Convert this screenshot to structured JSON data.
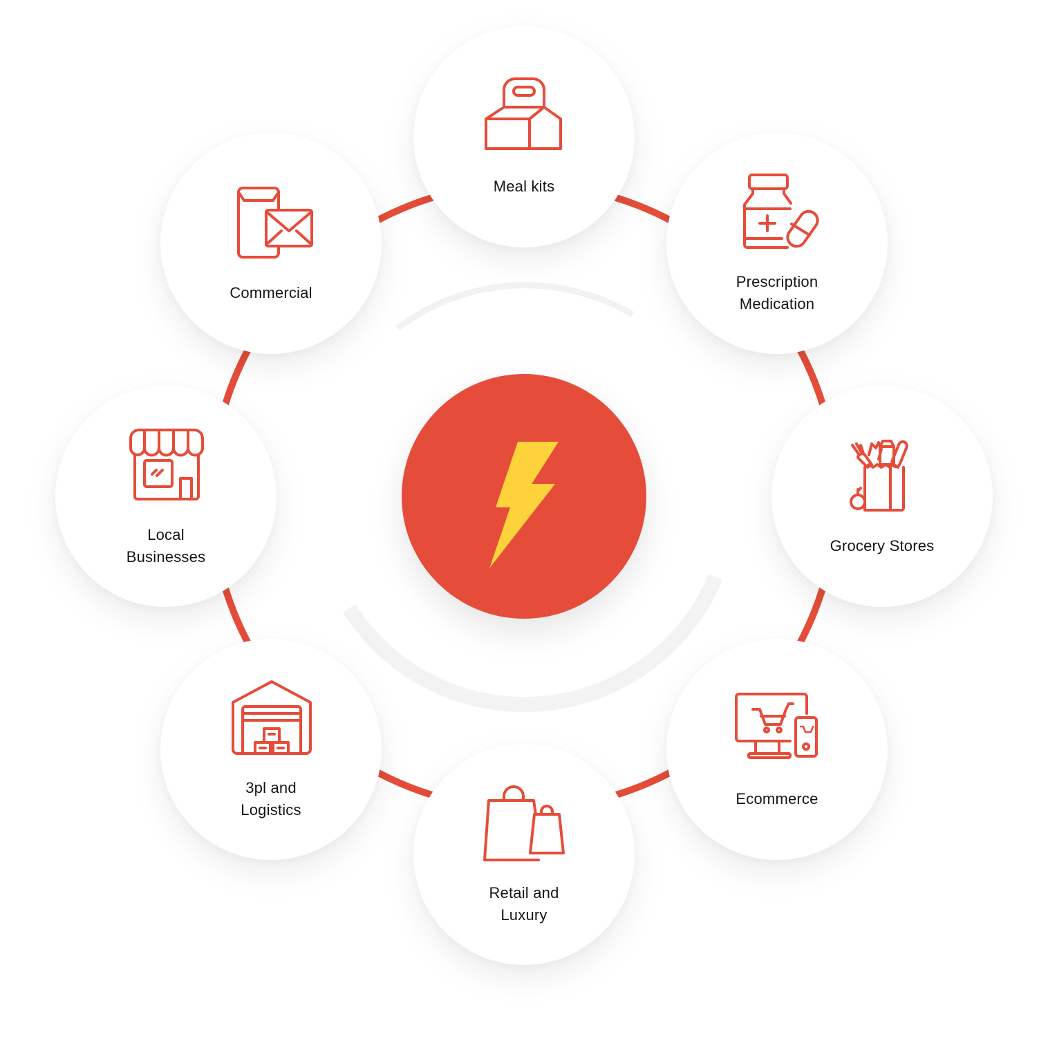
{
  "diagram": {
    "center": {
      "icon": "lightning-bolt-icon",
      "color": "#E54D3A",
      "icon_color": "#FDD23A"
    },
    "ring_color": "#E54D3A",
    "accent_arc_color": "#F2F2F2",
    "nodes": [
      {
        "id": "meal-kits",
        "label": "Meal kits",
        "icon": "meal-kit-box-icon"
      },
      {
        "id": "prescription-medication",
        "label": "Prescription\nMedication",
        "icon": "pill-bottle-icon"
      },
      {
        "id": "grocery-stores",
        "label": "Grocery Stores",
        "icon": "grocery-bag-icon"
      },
      {
        "id": "ecommerce",
        "label": "Ecommerce",
        "icon": "computer-cart-icon"
      },
      {
        "id": "retail-and-luxury",
        "label": "Retail and\nLuxury",
        "icon": "shopping-bags-icon"
      },
      {
        "id": "3pl-and-logistics",
        "label": "3pl and\nLogistics",
        "icon": "warehouse-icon"
      },
      {
        "id": "local-businesses",
        "label": "Local\nBusinesses",
        "icon": "storefront-icon"
      },
      {
        "id": "commercial",
        "label": "Commercial",
        "icon": "envelope-icon"
      }
    ]
  }
}
